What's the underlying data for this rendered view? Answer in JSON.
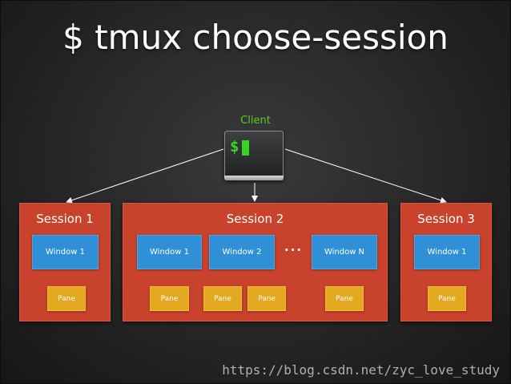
{
  "title": "$ tmux choose-session",
  "client": {
    "label": "Client",
    "prompt": "$",
    "icon": "terminal-icon"
  },
  "sessions": [
    {
      "label": "Session 1",
      "windows": [
        "Window 1"
      ],
      "panes": [
        "Pane"
      ]
    },
    {
      "label": "Session 2",
      "windows": [
        "Window 1",
        "Window 2",
        "Window N"
      ],
      "ellipsis": "···",
      "panes": [
        "Pane",
        "Pane",
        "Pane",
        "Pane"
      ]
    },
    {
      "label": "Session 3",
      "windows": [
        "Window 1"
      ],
      "panes": [
        "Pane"
      ]
    }
  ],
  "watermark": "https://blog.csdn.net/zyc_love_study",
  "colors": {
    "session": "#c9432c",
    "window": "#2f8fd7",
    "pane": "#e4a820",
    "client_label": "#5fcf1d",
    "terminal_prompt": "#35d620"
  }
}
